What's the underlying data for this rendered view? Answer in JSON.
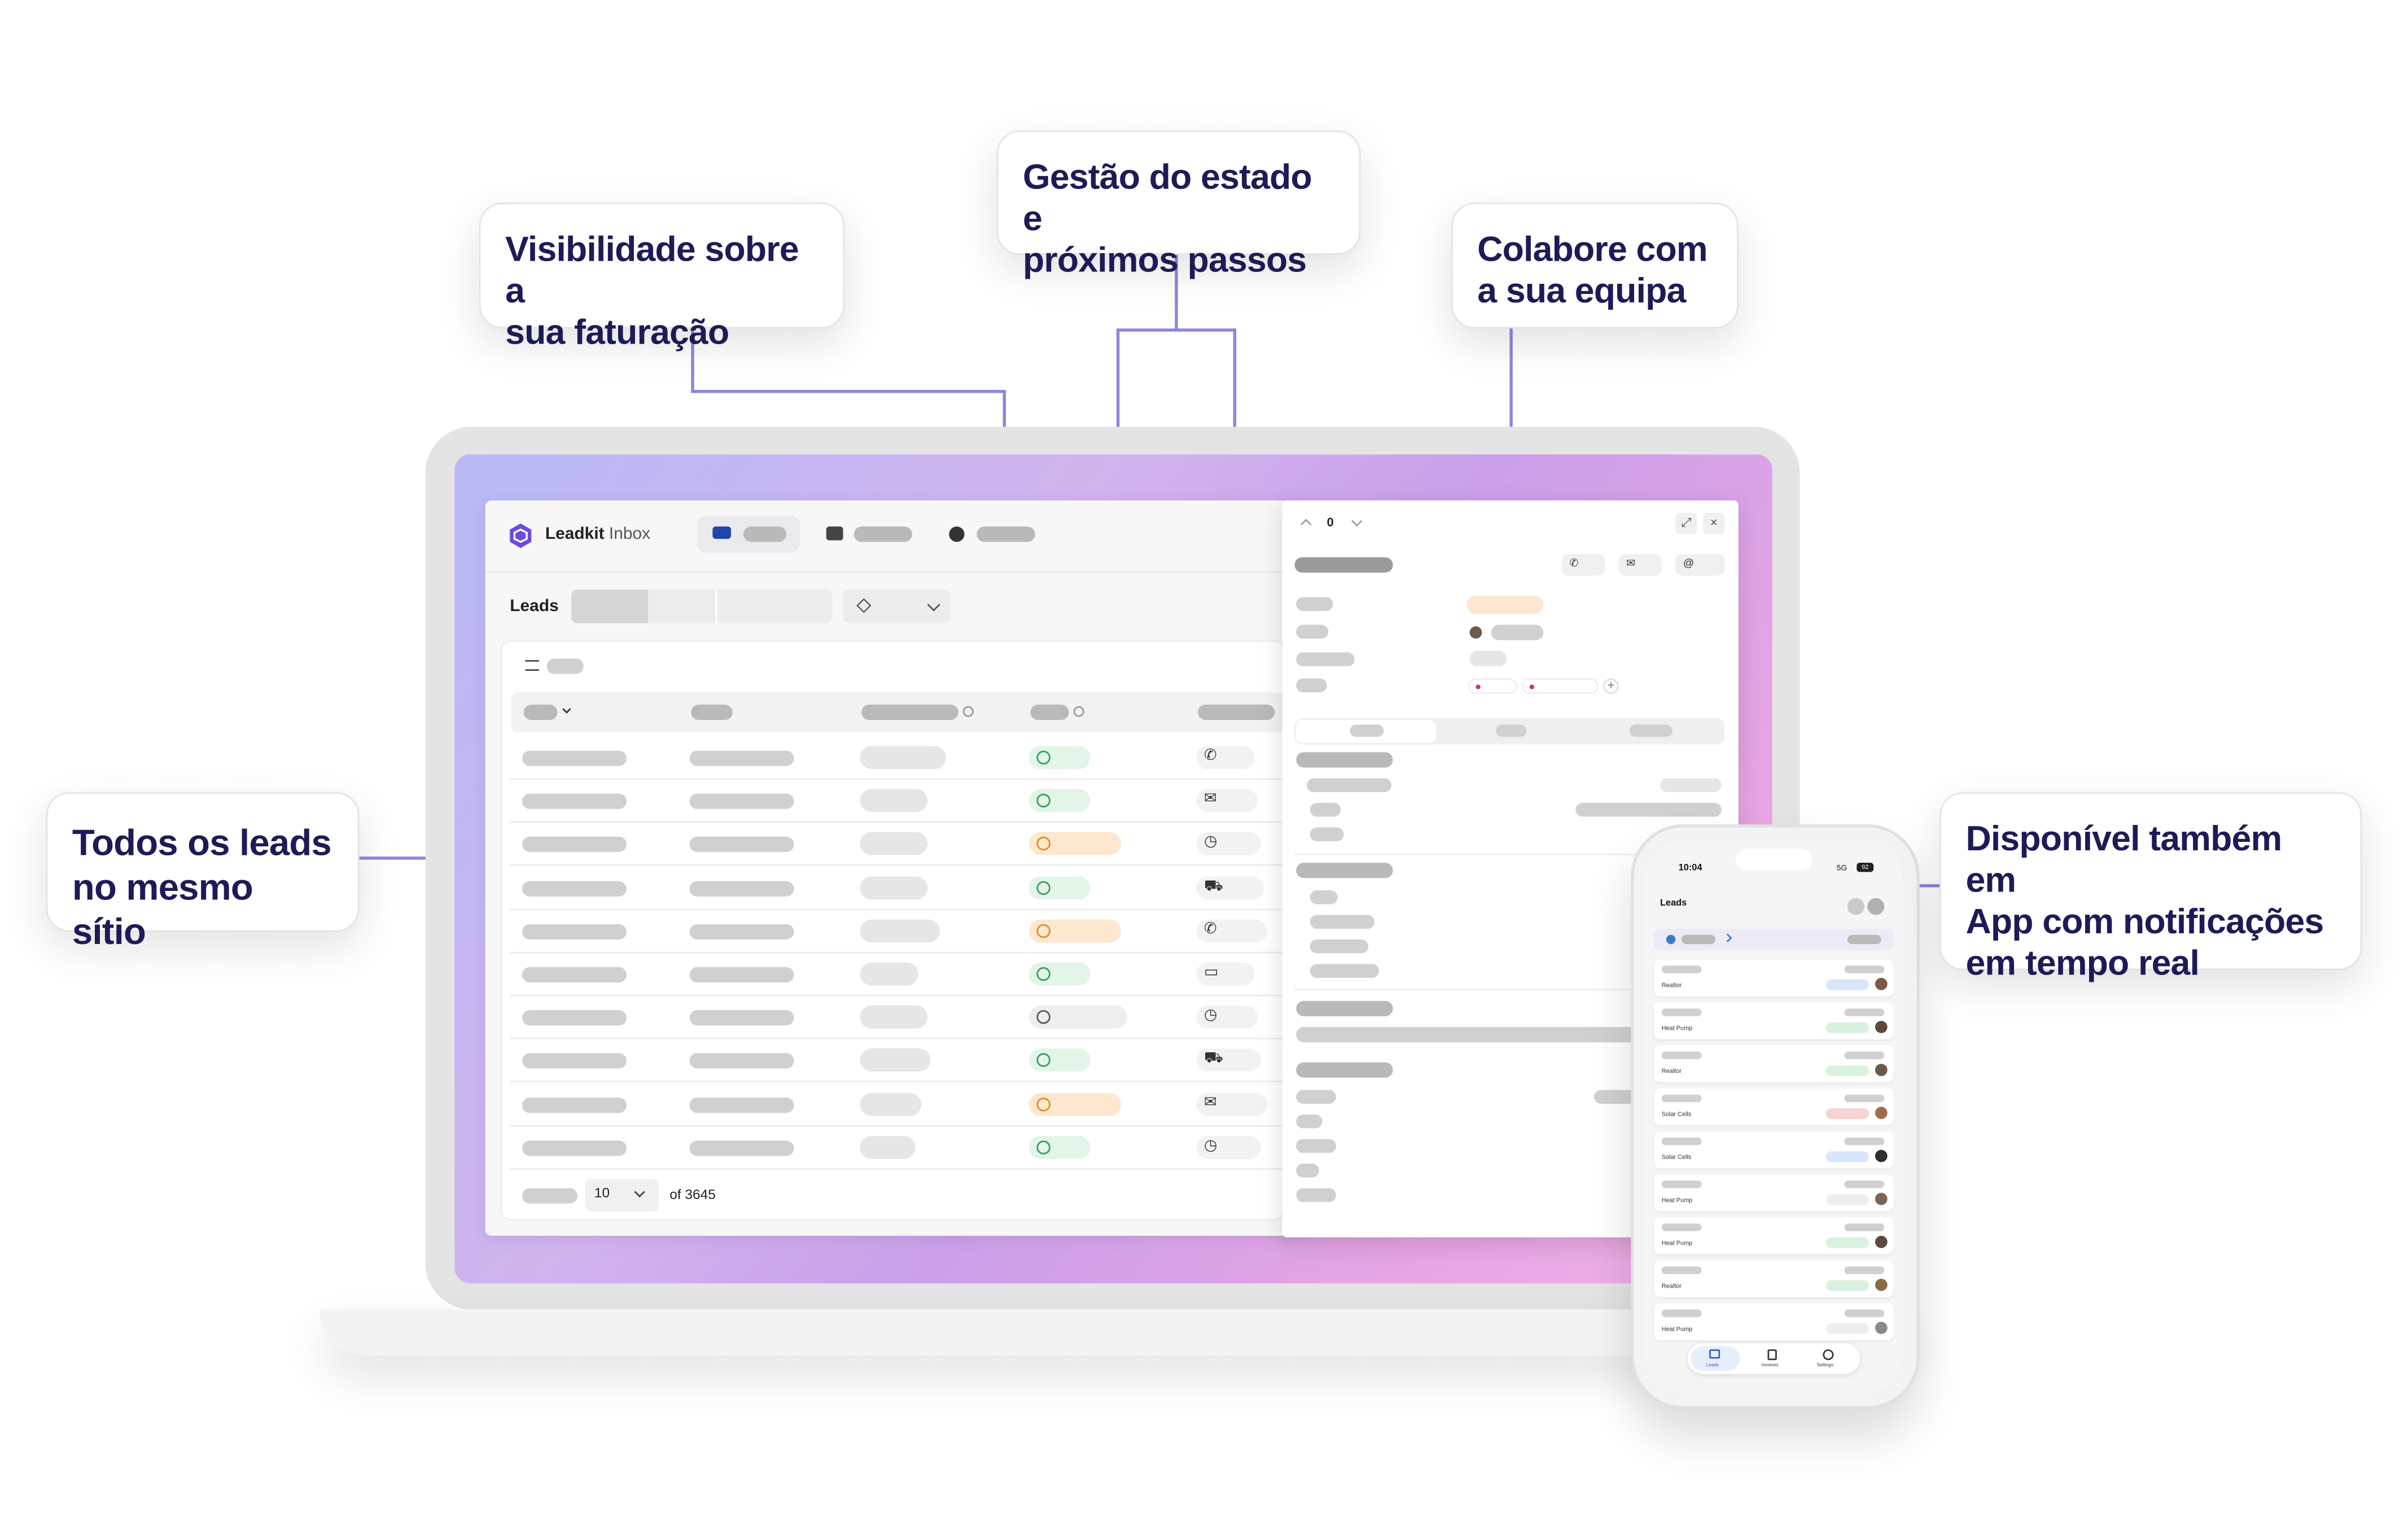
{
  "callouts": {
    "billing": [
      "Visibilidade sobre a",
      "sua faturação"
    ],
    "status": [
      "Gestão do estado e",
      "próximos passos"
    ],
    "team": [
      "Colabore com",
      "a sua equipa"
    ],
    "leads": [
      "Todos os leads",
      "no mesmo sítio"
    ],
    "app": [
      "Disponível também em",
      "App com notificações",
      "em tempo real"
    ]
  },
  "app": {
    "logo_bold": "Leadkit",
    "logo_light": " Inbox",
    "section_title": "Leads",
    "pagination": {
      "page_size": "10",
      "total": "of 3645"
    }
  },
  "panel": {
    "counter": "0"
  },
  "table_rows": [
    {
      "status": "ok",
      "channel": "phone-icon"
    },
    {
      "status": "ok",
      "channel": "mail-icon"
    },
    {
      "status": "warn",
      "channel": "clock-icon"
    },
    {
      "status": "ok",
      "channel": "car-icon"
    },
    {
      "status": "warn",
      "channel": "phone-icon"
    },
    {
      "status": "ok",
      "channel": "chat-icon"
    },
    {
      "status": "neutral",
      "channel": "clock-icon"
    },
    {
      "status": "ok",
      "channel": "car-icon"
    },
    {
      "status": "warn",
      "channel": "mail-icon"
    },
    {
      "status": "ok",
      "channel": "clock-icon"
    }
  ],
  "phone": {
    "time": "10:04",
    "network": "5G",
    "battery": "92",
    "title": "Leads",
    "cards": [
      "Realtor",
      "Heat Pump",
      "Realtor",
      "Solar Cells",
      "Solar Cells",
      "Heat Pump",
      "Heat Pump",
      "Realtor",
      "Heat Pump"
    ],
    "tabs": [
      "Leads",
      "Invoices",
      "Settings"
    ]
  },
  "colors": {
    "accent": "#8c86dd",
    "callout_text": "#1d1b57",
    "logo": "#6f4bd8"
  }
}
